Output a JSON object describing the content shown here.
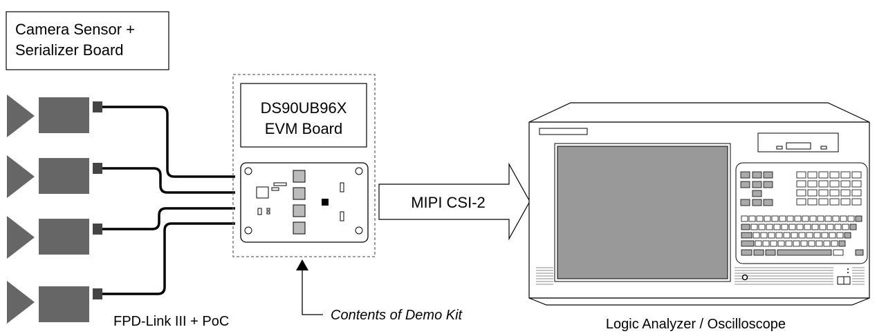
{
  "camera_box": {
    "line1": "Camera Sensor +",
    "line2": "Serializer Board"
  },
  "evm_box": {
    "line1": "DS90UB96X",
    "line2": "EVM Board"
  },
  "arrow_label": "MIPI CSI-2",
  "cable_label": "FPD-Link III + PoC",
  "kit_label": "Contents of Demo Kit",
  "instrument_label": "Logic Analyzer / Oscilloscope",
  "camera_count": 4,
  "colors": {
    "camera_body": "#666666",
    "chip": "#bbbbbb",
    "screen": "#999999",
    "key": "#aaaaaa",
    "instrument_face": "#ffffff",
    "line": "#000000"
  }
}
